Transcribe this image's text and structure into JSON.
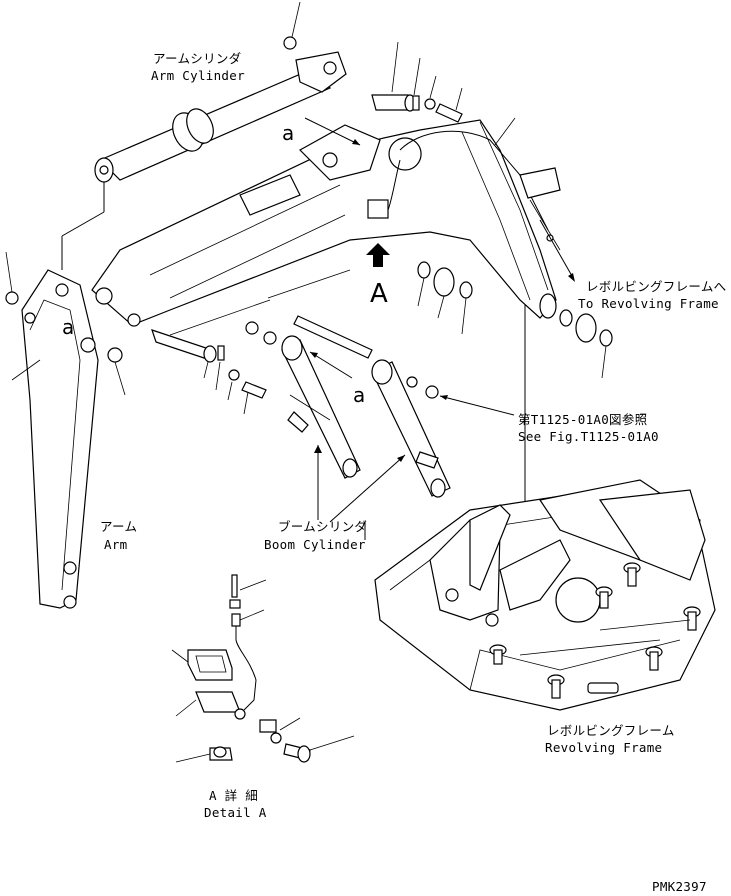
{
  "labels": {
    "arm_cylinder_jp": "アームシリンダ",
    "arm_cylinder_en": "Arm Cylinder",
    "arm_jp": "アーム",
    "arm_en": "Arm",
    "boom_cylinder_jp": "ブームシリンダ",
    "boom_cylinder_en": "Boom Cylinder",
    "to_revolving_jp": "レボルビングフレームへ",
    "to_revolving_en": "To Revolving Frame",
    "see_fig_jp": "第T1125-01A0図参照",
    "see_fig_en": "See Fig.T1125-01A0",
    "revolving_jp": "レボルビングフレーム",
    "revolving_en": "Revolving Frame",
    "detail_jp": "A 詳 細",
    "detail_en": "Detail A",
    "view_a": "A",
    "ref_a1": "a",
    "ref_a2": "a",
    "ref_a3": "a",
    "drawing_code": "PMK2397"
  }
}
